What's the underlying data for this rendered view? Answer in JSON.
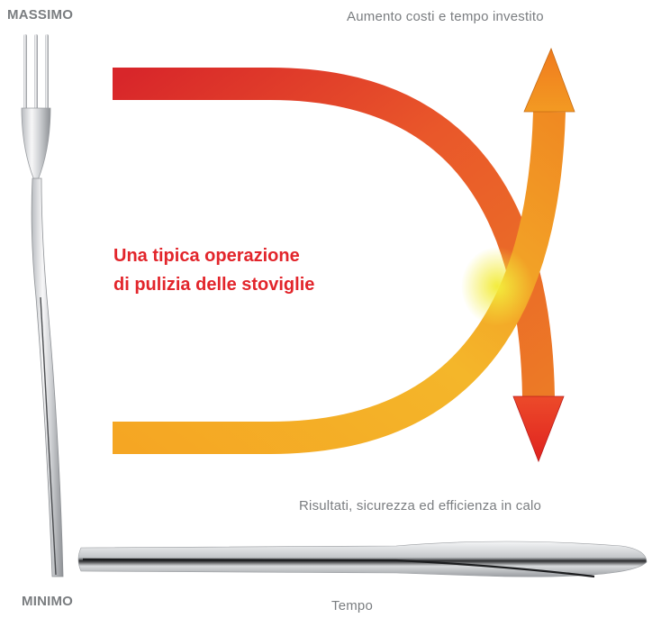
{
  "labels": {
    "maximum": "MASSIMO",
    "minimum": "MINIMO",
    "costs": "Aumento costi e tempo investito",
    "results": "Risultati, sicurezza ed efficienza in calo",
    "time": "Tempo"
  },
  "caption": {
    "line1": "Una tipica operazione",
    "line2": "di pulizia delle stoviglie"
  },
  "colors": {
    "label_gray": "#7a7d80",
    "caption_red": "#e2252b",
    "arrow_red": "#d8262a",
    "arrow_orange": "#f39a22",
    "arrow_yellow": "#f0e43a",
    "cutlery_silver": "#c9cccf"
  },
  "icons": {
    "fork": "fork-icon",
    "knife": "knife-icon"
  }
}
